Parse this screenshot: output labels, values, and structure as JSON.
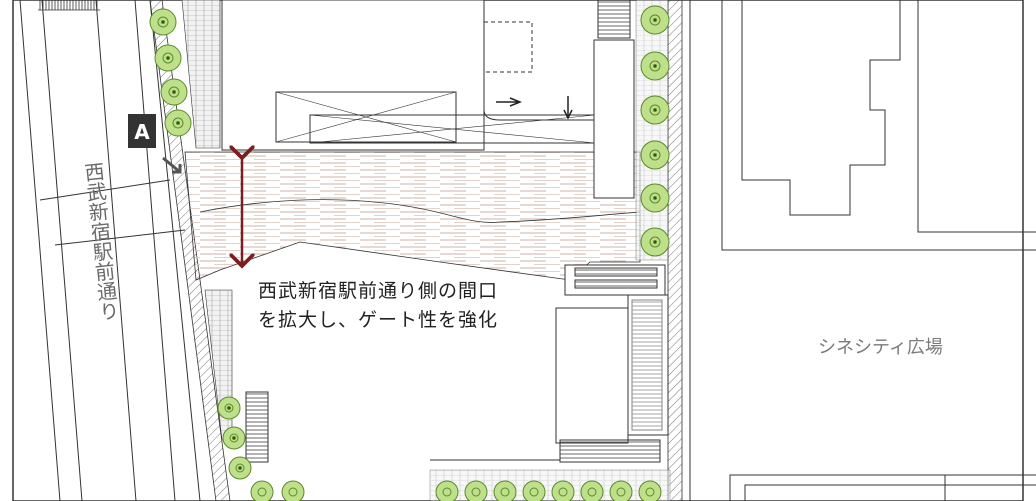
{
  "marker": {
    "label": "A",
    "bg": "#333333"
  },
  "road_label": "西武新宿駅前通り",
  "plaza_label": "シネシティ広場",
  "callout": {
    "line1": "西武新宿駅前通り側の間口",
    "line2": "を拡大し、ゲート性を強化"
  },
  "colors": {
    "arrow": "#7a1f1f",
    "tree_fill": "#bfe08a",
    "tree_stroke": "#5a8a2a",
    "deck_stripe": "#c9b0a4",
    "line": "#333333"
  }
}
